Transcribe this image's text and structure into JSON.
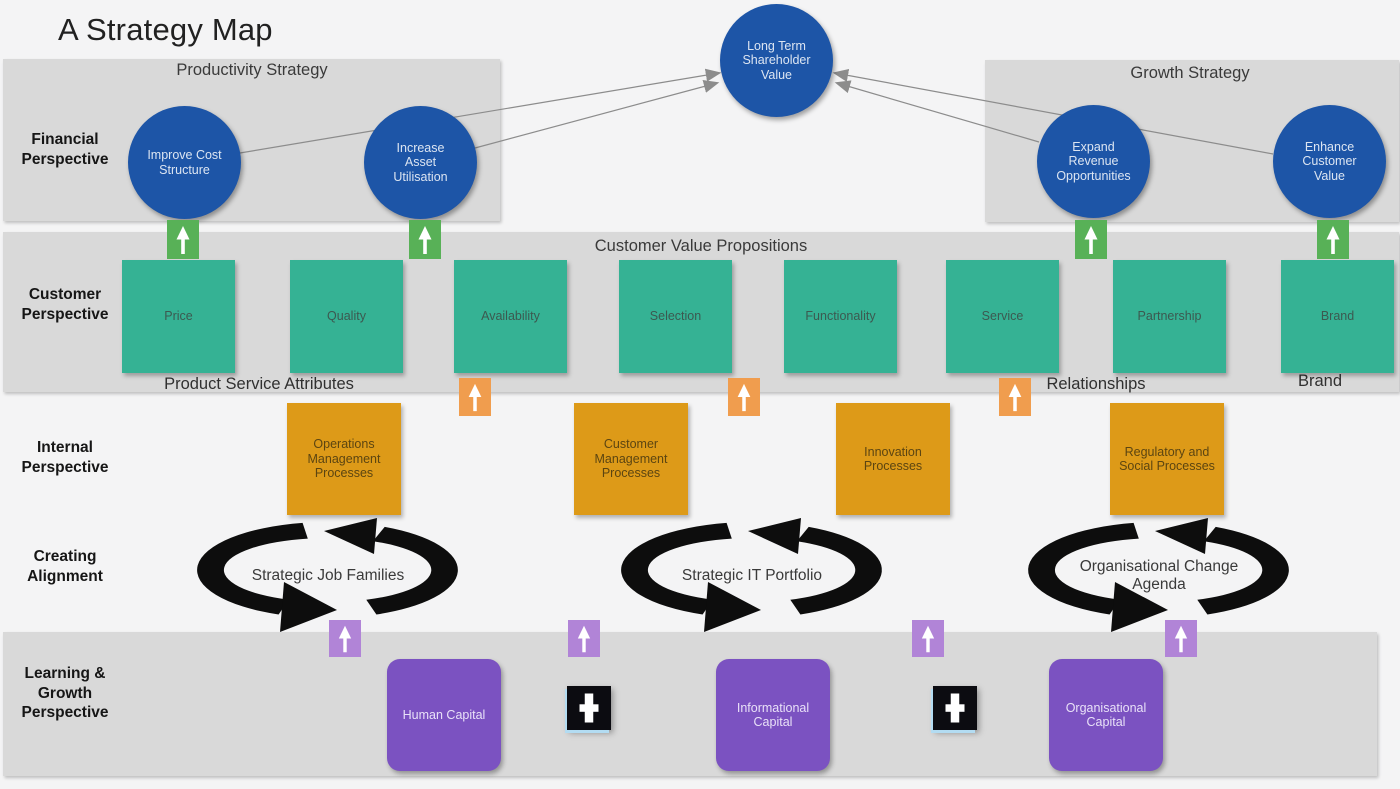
{
  "title": "A Strategy Map",
  "colors": {
    "bg": "#f4f4f5",
    "band": "#d9d9d9",
    "blue": "#1d55a7",
    "teal": "#35b294",
    "orange": "#dd9a18",
    "purple": "#7b52c1",
    "green_arrow": "#58b157",
    "orange_arrow": "#f09d4e",
    "purple_arrow": "#b184d7",
    "line_gray": "#8c8c8c"
  },
  "financial": {
    "row_label": "Financial\nPerspective",
    "productivity_group_label": "Productivity Strategy",
    "growth_group_label": "Growth Strategy",
    "central_node": "Long Term\nShareholder\nValue",
    "nodes": [
      {
        "label": "Improve Cost\nStructure"
      },
      {
        "label": "Increase\nAsset\nUtilisation"
      },
      {
        "label": "Expand\nRevenue\nOpportunities"
      },
      {
        "label": "Enhance\nCustomer\nValue"
      }
    ]
  },
  "customer": {
    "row_label": "Customer\nPerspective",
    "header": "Customer Value Propositions",
    "boxes": [
      {
        "label": "Price"
      },
      {
        "label": "Quality"
      },
      {
        "label": "Availability"
      },
      {
        "label": "Selection"
      },
      {
        "label": "Functionality"
      },
      {
        "label": "Service"
      },
      {
        "label": "Partnership"
      },
      {
        "label": "Brand"
      }
    ],
    "footers": [
      {
        "label": "Product Service Attributes"
      },
      {
        "label": "Relationships"
      },
      {
        "label": "Brand"
      }
    ]
  },
  "internal": {
    "row_label": "Internal\nPerspective",
    "boxes": [
      {
        "label": "Operations\nManagement\nProcesses"
      },
      {
        "label": "Customer\nManagement\nProcesses"
      },
      {
        "label": "Innovation\nProcesses"
      },
      {
        "label": "Regulatory and\nSocial Processes"
      }
    ]
  },
  "alignment": {
    "row_label": "Creating\nAlignment",
    "cycles": [
      {
        "label": "Strategic Job Families"
      },
      {
        "label": "Strategic IT Portfolio"
      },
      {
        "label": "Organisational Change\nAgenda"
      }
    ]
  },
  "learning": {
    "row_label": "Learning &\nGrowth\nPerspective",
    "boxes": [
      {
        "label": "Human Capital"
      },
      {
        "label": "Informational\nCapital"
      },
      {
        "label": "Organisational\nCapital"
      }
    ]
  }
}
